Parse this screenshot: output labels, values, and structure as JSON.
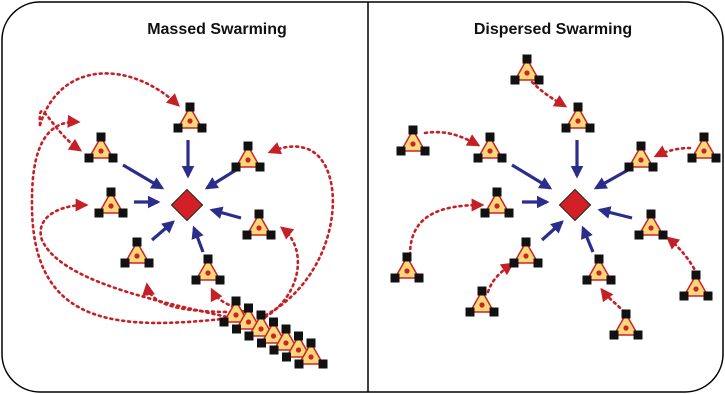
{
  "panels": {
    "left": {
      "title": "Massed Swarming"
    },
    "right": {
      "title": "Dispersed Swarming"
    }
  },
  "colors": {
    "frame": "#000000",
    "target": "#d32027",
    "unit_fill": "#f5d97a",
    "unit_outline": "#d32027",
    "unit_corner": "#111111",
    "converge_arrow": "#2b2d8c",
    "dispersal_path": "#c42026"
  },
  "legend_icons": [
    "target-icon",
    "unit-icon",
    "converge-arrow",
    "dotted-path"
  ]
}
